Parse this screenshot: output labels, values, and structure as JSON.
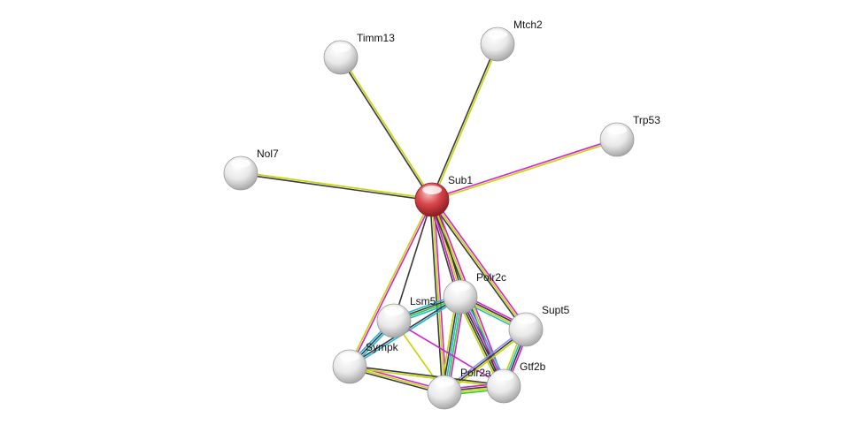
{
  "colors": {
    "k": "#3a3a3a",
    "y": "#c3d400",
    "m": "#d11fd1",
    "c": "#1fb8d8",
    "g": "#2ec82e",
    "b": "#8a8cf0",
    "query_node": "#d9474c",
    "node": "#e6e6e6"
  },
  "nodes": [
    {
      "id": "Sub1",
      "query": true
    },
    {
      "id": "Timm13"
    },
    {
      "id": "Mtch2"
    },
    {
      "id": "Trp53"
    },
    {
      "id": "Nol7"
    },
    {
      "id": "Polr2c"
    },
    {
      "id": "Lsm5"
    },
    {
      "id": "Supt5"
    },
    {
      "id": "Sympk"
    },
    {
      "id": "Gtf2b"
    },
    {
      "id": "Polr2a"
    }
  ],
  "edges": [
    {
      "s": "Sub1",
      "t": "Timm13",
      "ch": [
        "k",
        "y"
      ]
    },
    {
      "s": "Sub1",
      "t": "Mtch2",
      "ch": [
        "k",
        "y"
      ]
    },
    {
      "s": "Sub1",
      "t": "Trp53",
      "ch": [
        "m",
        "y"
      ]
    },
    {
      "s": "Sub1",
      "t": "Nol7",
      "ch": [
        "k",
        "y"
      ]
    },
    {
      "s": "Sub1",
      "t": "Polr2c",
      "ch": [
        "k",
        "y",
        "m",
        "k"
      ]
    },
    {
      "s": "Sub1",
      "t": "Lsm5",
      "ch": [
        "k"
      ]
    },
    {
      "s": "Sub1",
      "t": "Sympk",
      "ch": [
        "m",
        "y"
      ]
    },
    {
      "s": "Sub1",
      "t": "Supt5",
      "ch": [
        "m",
        "y",
        "k"
      ]
    },
    {
      "s": "Sub1",
      "t": "Gtf2b",
      "ch": [
        "m",
        "y",
        "k"
      ]
    },
    {
      "s": "Sub1",
      "t": "Polr2a",
      "ch": [
        "m",
        "y",
        "k"
      ]
    },
    {
      "s": "Polr2c",
      "t": "Lsm5",
      "ch": [
        "c",
        "g",
        "k",
        "c"
      ]
    },
    {
      "s": "Polr2c",
      "t": "Supt5",
      "ch": [
        "m",
        "k",
        "y",
        "c"
      ]
    },
    {
      "s": "Polr2c",
      "t": "Gtf2b",
      "ch": [
        "c",
        "m",
        "k",
        "k",
        "y"
      ]
    },
    {
      "s": "Polr2c",
      "t": "Polr2a",
      "ch": [
        "m",
        "g",
        "c",
        "k",
        "y"
      ]
    },
    {
      "s": "Polr2c",
      "t": "Sympk",
      "ch": [
        "c",
        "k"
      ]
    },
    {
      "s": "Lsm5",
      "t": "Sympk",
      "ch": [
        "c",
        "k",
        "c"
      ]
    },
    {
      "s": "Lsm5",
      "t": "Gtf2b",
      "ch": [
        "m"
      ]
    },
    {
      "s": "Lsm5",
      "t": "Polr2a",
      "ch": [
        "y"
      ]
    },
    {
      "s": "Supt5",
      "t": "Gtf2b",
      "ch": [
        "m",
        "k",
        "c",
        "y"
      ]
    },
    {
      "s": "Supt5",
      "t": "Polr2a",
      "ch": [
        "y",
        "k",
        "b"
      ]
    },
    {
      "s": "Sympk",
      "t": "Polr2a",
      "ch": [
        "m",
        "y",
        "k"
      ]
    },
    {
      "s": "Sympk",
      "t": "Gtf2b",
      "ch": [
        "k",
        "y"
      ]
    },
    {
      "s": "Polr2a",
      "t": "Gtf2b",
      "ch": [
        "m",
        "k",
        "y",
        "g"
      ]
    }
  ]
}
